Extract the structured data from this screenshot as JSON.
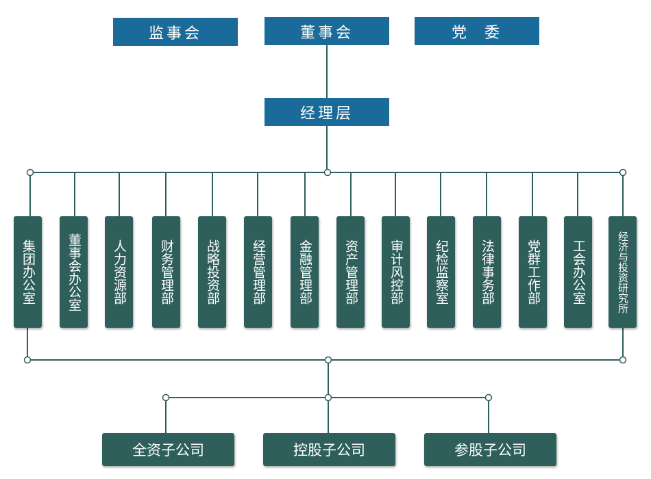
{
  "top_boards": {
    "supervisory": "监事会",
    "board": "董事会",
    "party_committee": "党  委"
  },
  "management": "经理层",
  "departments": [
    "集团办公室",
    "董事会办公室",
    "人力资源部",
    "财务管理部",
    "战略投资部",
    "经营管理部",
    "金融管理部",
    "资产管理部",
    "审计风控部",
    "纪检监察室",
    "法律事务部",
    "党群工作部",
    "工会办公室",
    "经济与投资研究所"
  ],
  "subsidiaries": [
    "全资子公司",
    "控股子公司",
    "参股子公司"
  ],
  "colors": {
    "top_box": "#1a6a9a",
    "dept_box": "#2e5f5b",
    "connector": "#2f5f5c"
  }
}
